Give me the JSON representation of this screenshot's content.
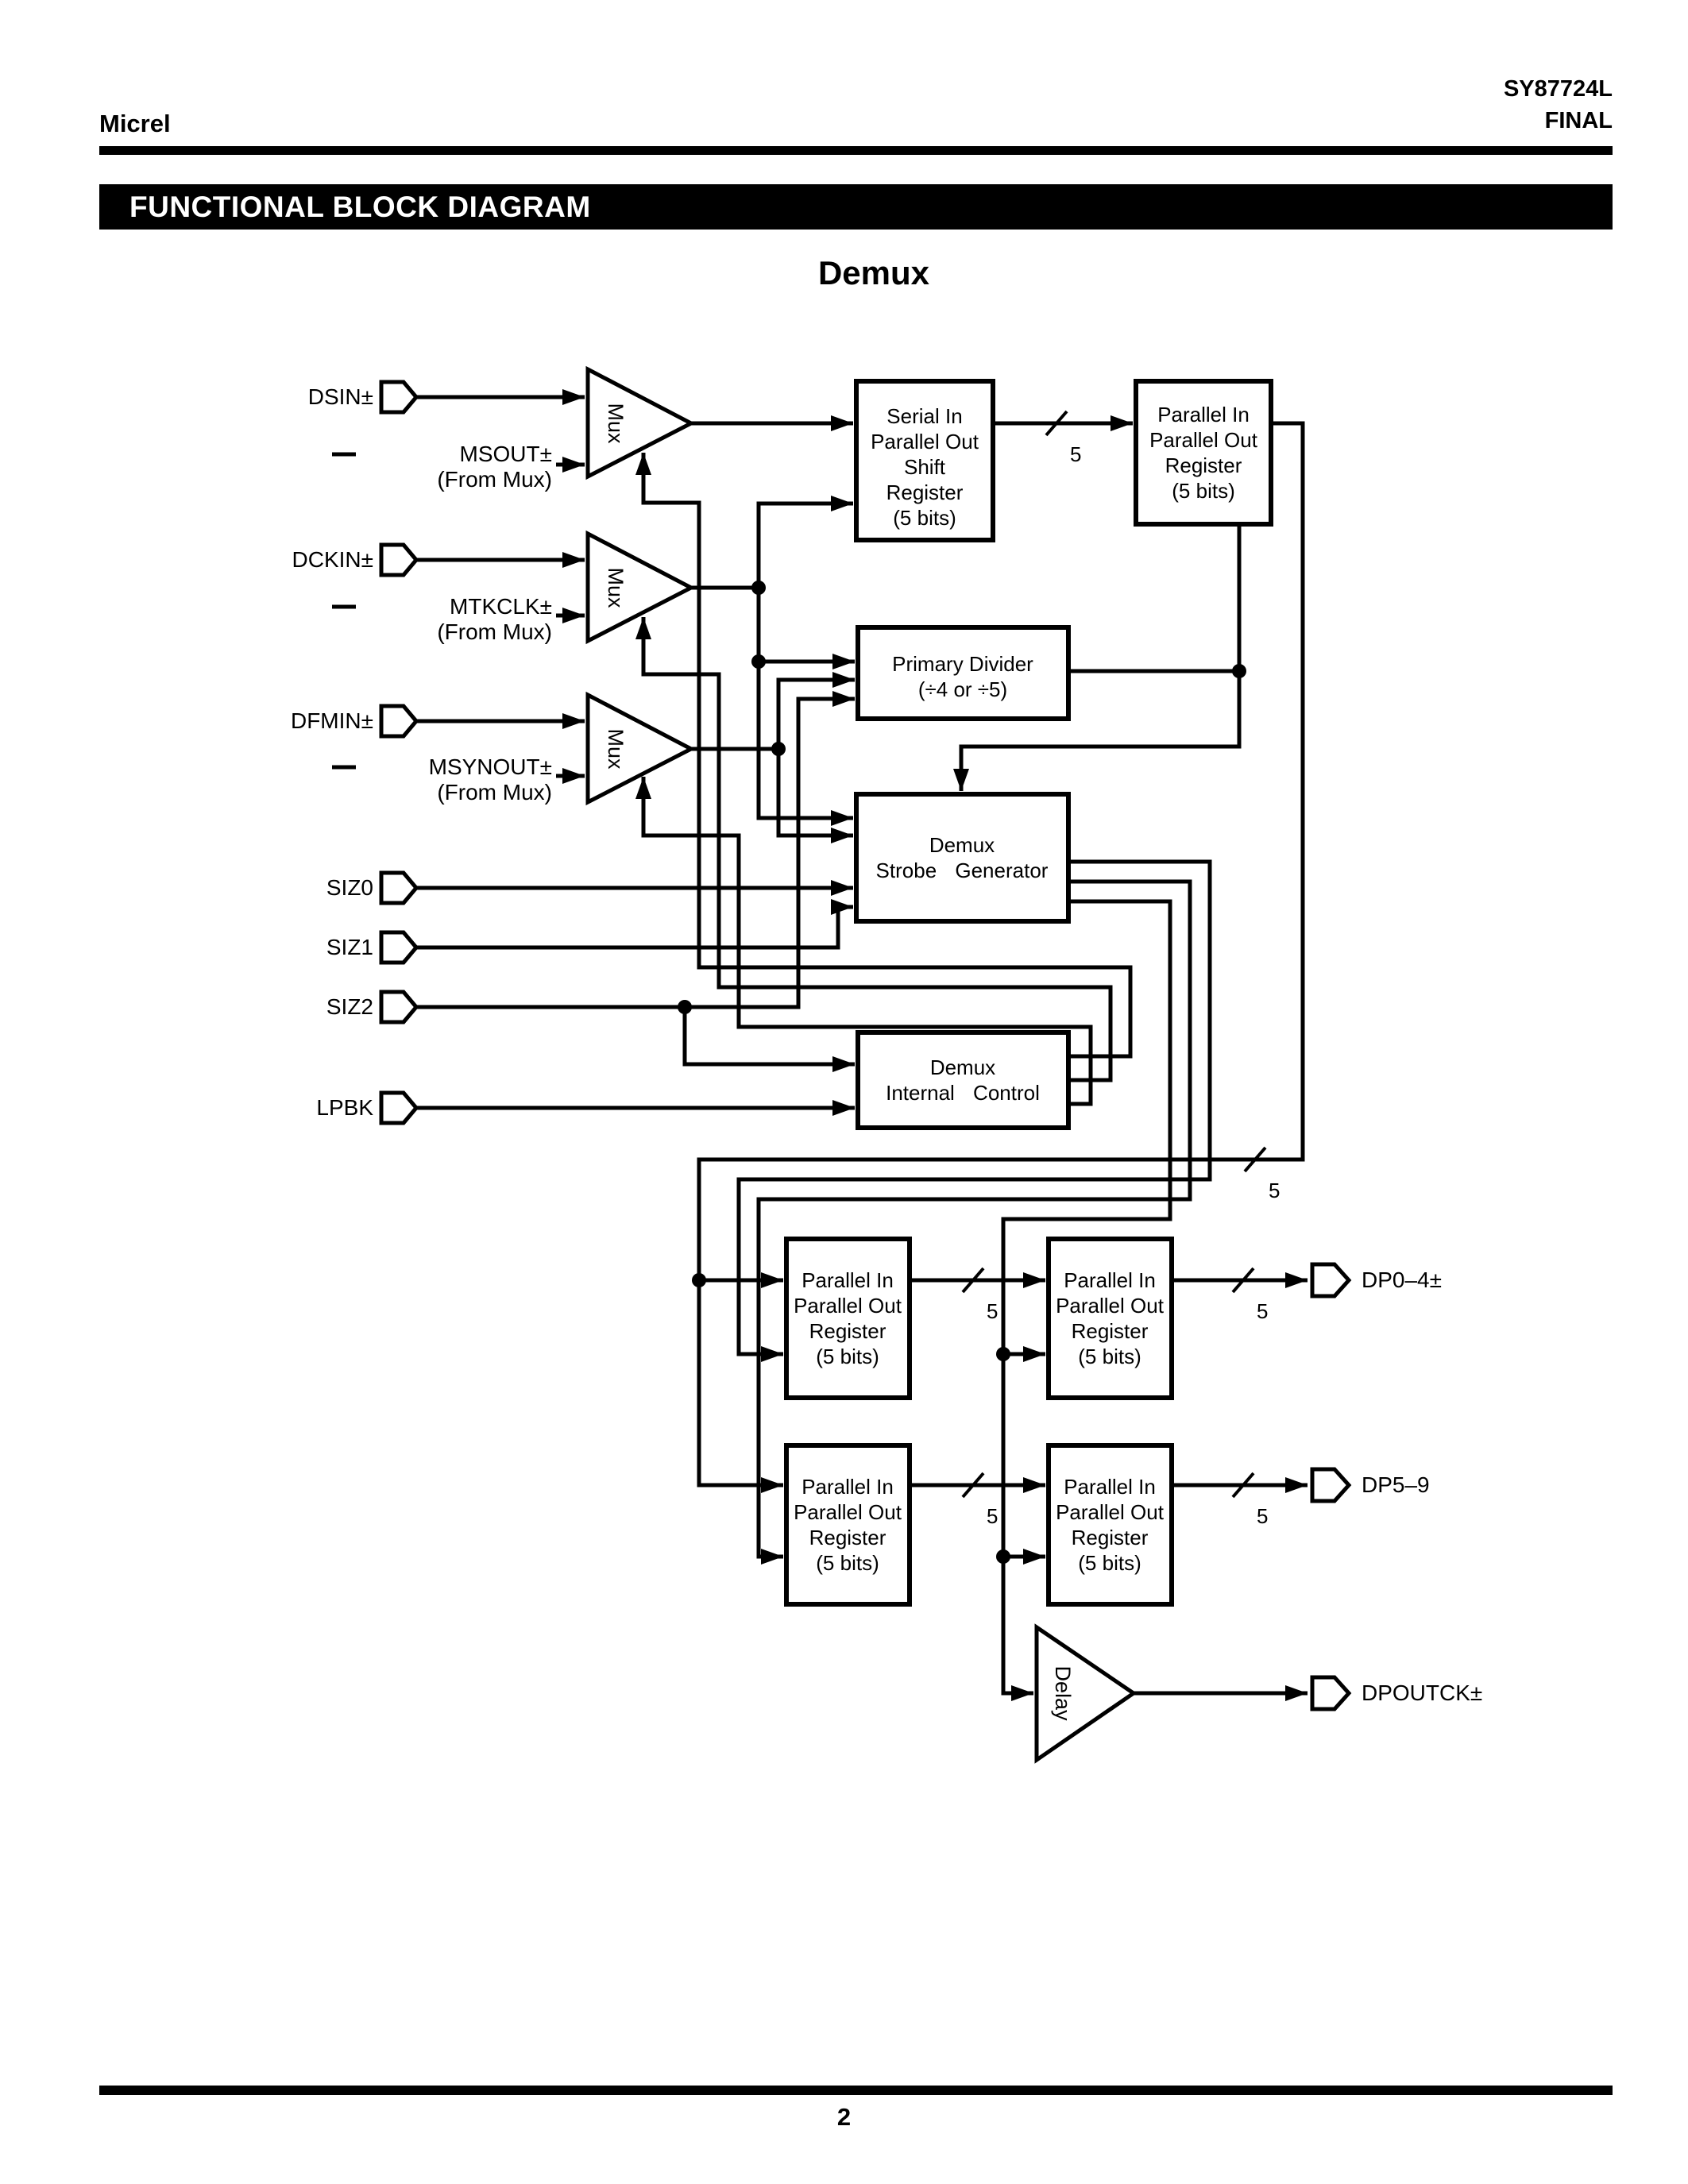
{
  "page": {
    "brand": "Micrel",
    "part": "SY87724L",
    "status": "FINAL",
    "banner": "FUNCTIONAL BLOCK DIAGRAM",
    "title": "Demux",
    "page_number": "2"
  },
  "signals": {
    "inputs": [
      {
        "label": "DSIN±"
      },
      {
        "label": "MSOUT±",
        "sub": "(From Mux)"
      },
      {
        "label": "DCKIN±"
      },
      {
        "label": "MTKCLK±",
        "sub": "(From Mux)"
      },
      {
        "label": "DFMIN±"
      },
      {
        "label": "MSYNOUT±",
        "sub": "(From Mux)"
      },
      {
        "label": "SIZ0"
      },
      {
        "label": "SIZ1"
      },
      {
        "label": "SIZ2"
      },
      {
        "label": "LPBK"
      }
    ],
    "outputs": [
      {
        "label": "DP0–4±"
      },
      {
        "label": "DP5–9"
      },
      {
        "label": "DPOUTCK±"
      }
    ]
  },
  "blocks": {
    "sipo": {
      "lines": [
        "Serial In",
        "Parallel Out",
        "Shift",
        "Register",
        "(5 bits)"
      ]
    },
    "pipo": {
      "lines": [
        "Parallel In",
        "Parallel Out",
        "Register",
        "(5 bits)"
      ]
    },
    "divider": {
      "lines": [
        "Primary Divider",
        "(÷4 or ÷5)"
      ]
    },
    "strobe": {
      "lines": [
        "Demux",
        "Strobe Generator"
      ]
    },
    "control": {
      "lines": [
        "Demux",
        "Internal Control"
      ]
    }
  },
  "symbols": {
    "mux": "Mux",
    "delay": "Delay",
    "bus_width": "5"
  }
}
